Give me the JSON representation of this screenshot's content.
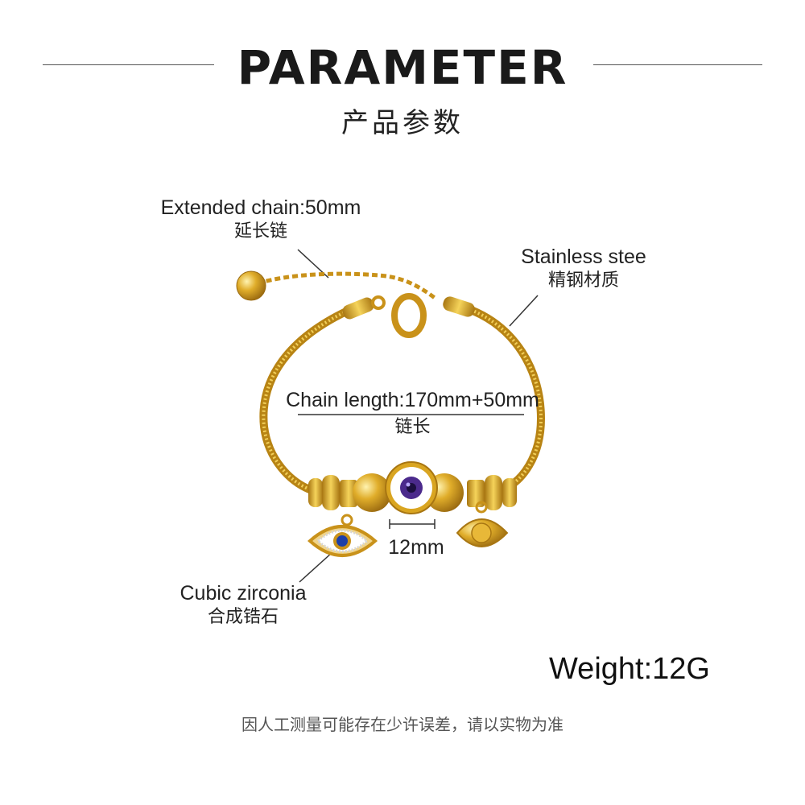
{
  "header": {
    "title": "PARAMETER",
    "subtitle": "产品参数"
  },
  "labels": {
    "extended_chain": {
      "en": "Extended chain:50mm",
      "cn": "延长链"
    },
    "material": {
      "en": "Stainless stee",
      "cn": "精钢材质"
    },
    "chain_length": {
      "en": "Chain length:170mm+50mm",
      "cn": "链长"
    },
    "charm_size": "12mm",
    "stone": {
      "en": "Cubic zirconia",
      "cn": "合成锆石"
    }
  },
  "weight": "Weight:12G",
  "footer_note": "因人工测量可能存在少许误差，请以实物为准",
  "colors": {
    "gold": "#d9a521",
    "gold_dark": "#a87612",
    "evil_eye_blue": "#4b2a8c",
    "rhinestone_blue": "#1c3fa8"
  },
  "image": {
    "subject": "gold bracelet with evil eye charms",
    "icon": "bracelet-illustration"
  }
}
